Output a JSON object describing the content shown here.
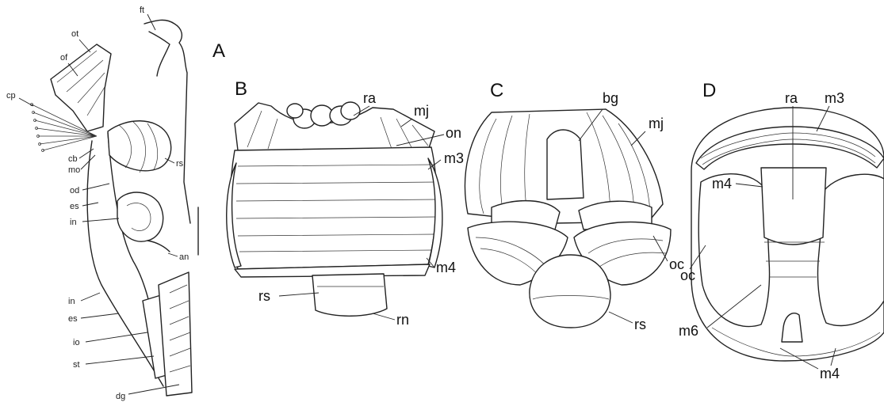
{
  "panels": {
    "a": "A",
    "b": "B",
    "c": "C",
    "d": "D"
  },
  "labels_a": {
    "ft": "ft",
    "ot": "ot",
    "of": "of",
    "cp": "cp",
    "cb": "cb",
    "mo": "mo",
    "od": "od",
    "es": "es",
    "in": "in",
    "rs": "rs",
    "an": "an",
    "in2": "in",
    "es2": "es",
    "io": "io",
    "st": "st",
    "dg": "dg"
  },
  "labels_b": {
    "ra": "ra",
    "mj": "mj",
    "on": "on",
    "m3": "m3",
    "m4": "m4",
    "rs": "rs",
    "rn": "rn"
  },
  "labels_c": {
    "bg": "bg",
    "mj": "mj",
    "oc": "oc",
    "rs": "rs"
  },
  "labels_d": {
    "ra": "ra",
    "m3": "m3",
    "m4": "m4",
    "oc": "oc",
    "m6": "m6",
    "m4b": "m4"
  }
}
